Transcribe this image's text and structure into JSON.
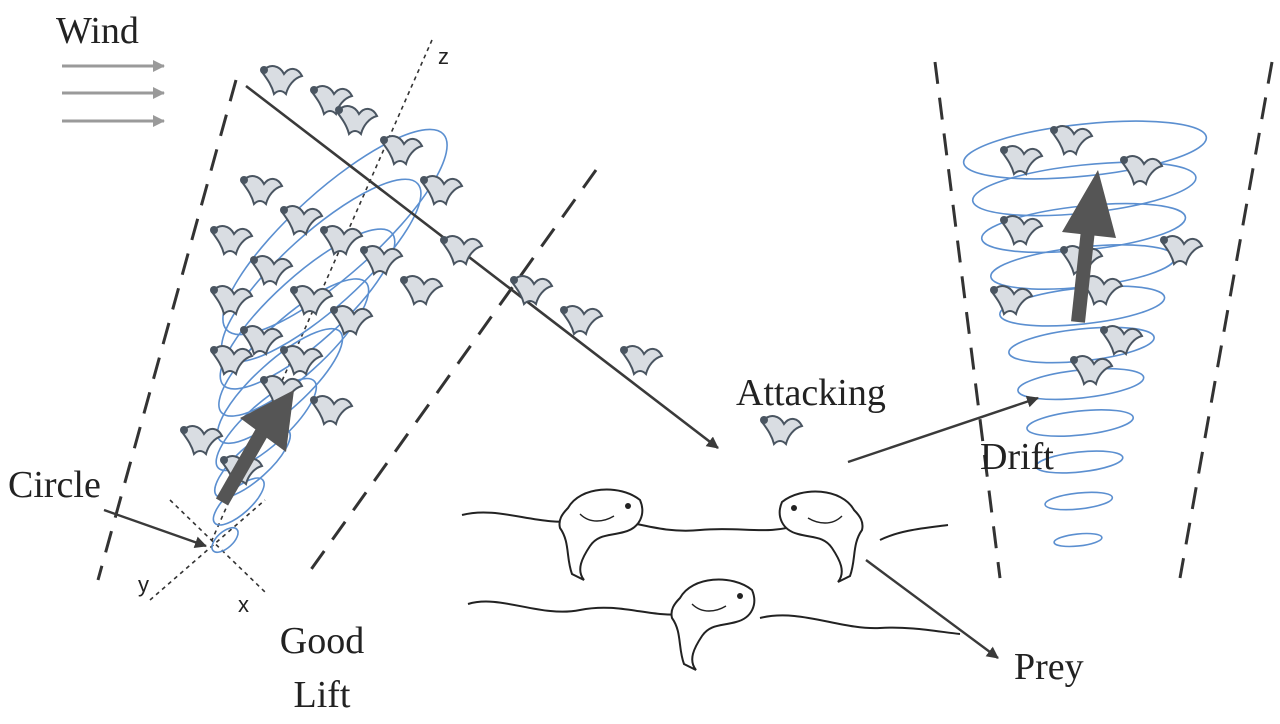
{
  "labels": {
    "wind": "Wind",
    "circle": "Circle",
    "good": "Good",
    "lift": "Lift",
    "attacking": "Attacking",
    "drift": "Drift",
    "prey": "Prey"
  },
  "axes": {
    "x": "x",
    "y": "y",
    "z": "z"
  },
  "colors": {
    "spiral": "#5b8fd0",
    "ink": "#3a3a3a",
    "arrow_gray": "#555555",
    "wind_arrow": "#9a9a9a"
  }
}
